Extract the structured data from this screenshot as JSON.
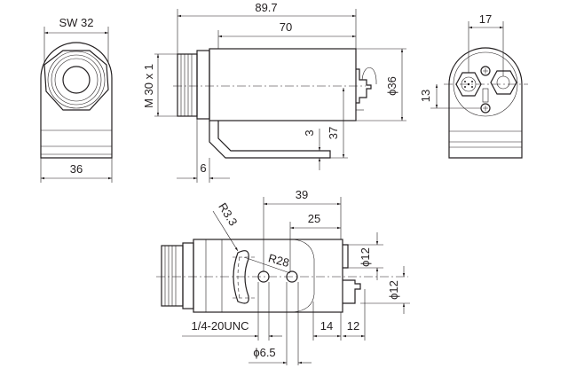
{
  "front_view": {
    "sw_label": "SW 32",
    "width_label": "36"
  },
  "side_view": {
    "overall_length": "89.7",
    "body_length": "70",
    "thread_label": "M 30 x 1",
    "diameter_label": "ϕ36",
    "height_label": "37",
    "bracket_thickness": "3",
    "nut_width": "6"
  },
  "rear_view": {
    "connector_spacing": "17",
    "vertical_offset": "13"
  },
  "bottom_view": {
    "dim_39": "39",
    "dim_25": "25",
    "slot_radius": "R3.3",
    "arc_radius": "R28",
    "upper_diameter": "ϕ12",
    "lower_diameter": "ϕ12",
    "thread_hole": "1/4-20UNC",
    "dim_14": "14",
    "dim_12": "12",
    "hole_diameter": "ϕ6.5"
  }
}
